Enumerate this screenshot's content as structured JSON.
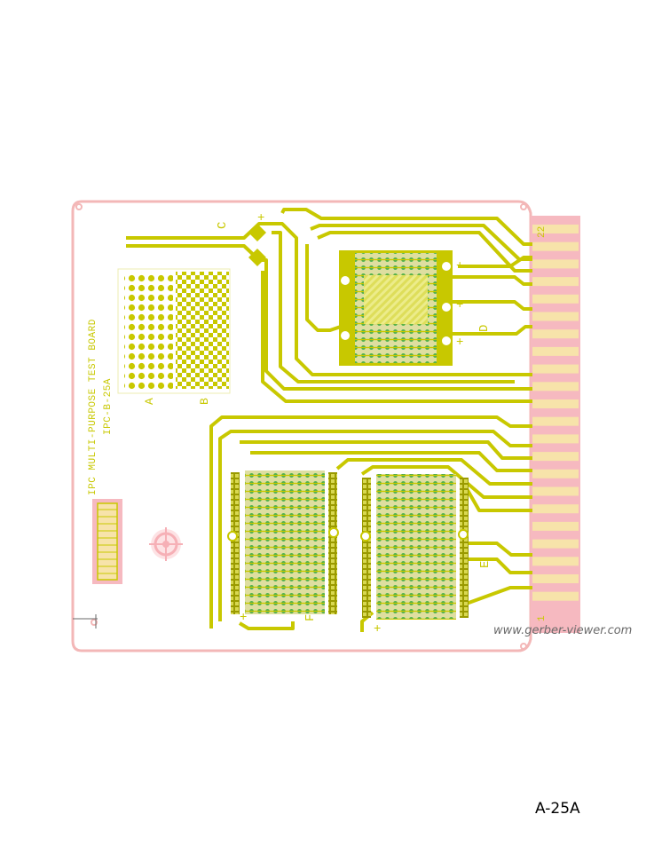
{
  "board": {
    "title": "IPC MULTI-PURPOSE TEST BOARD",
    "part_number": "IPC-B-25A",
    "section_labels": {
      "a": "A",
      "b": "B",
      "c": "C",
      "d": "D",
      "e": "E",
      "f": "F"
    },
    "connector_labels": {
      "top": "22",
      "bottom": "1"
    },
    "polarity_mark": "+",
    "colors": {
      "outline": "#f3b7b7",
      "copper": "#c8c800",
      "copper_light": "#dede5a",
      "finger_fill": "#f7e3aa",
      "connector_pad": "#f6b9c0",
      "via_green": "#3cb043",
      "via_blue": "#4a7fd0"
    }
  },
  "watermark": "www.gerber-viewer.com",
  "page_label": "A-25A"
}
